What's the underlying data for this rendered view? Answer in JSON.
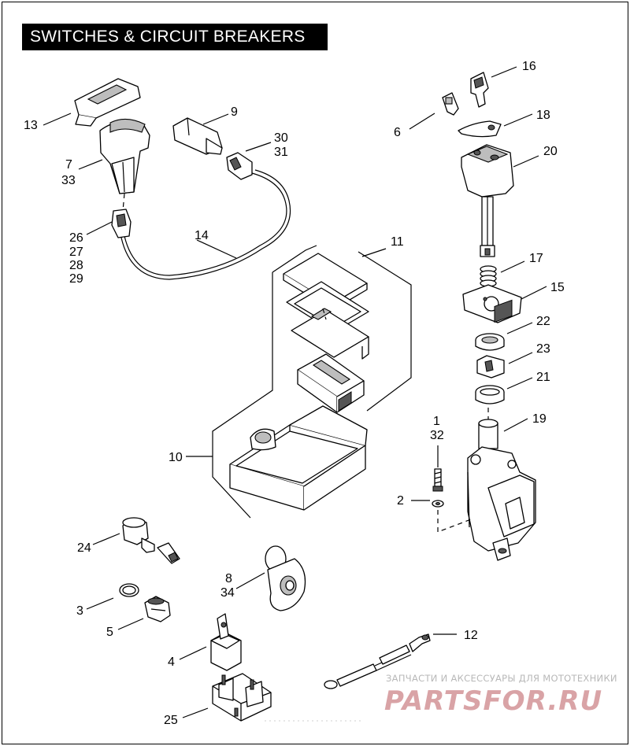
{
  "title": "SWITCHES & CIRCUIT BREAKERS",
  "callouts": {
    "c13": "13",
    "c7": "7",
    "c33": "33",
    "c9": "9",
    "c30": "30",
    "c31": "31",
    "c26": "26",
    "c27": "27",
    "c28": "28",
    "c29": "29",
    "c14": "14",
    "c11": "11",
    "c16": "16",
    "c6": "6",
    "c18": "18",
    "c20": "20",
    "c17": "17",
    "c15": "15",
    "c22": "22",
    "c23": "23",
    "c21": "21",
    "c19": "19",
    "c1": "1",
    "c32": "32",
    "c2": "2",
    "c10": "10",
    "c24": "24",
    "c8": "8",
    "c34": "34",
    "c3": "3",
    "c5": "5",
    "c4": "4",
    "c12": "12",
    "c25": "25"
  },
  "watermark": {
    "caption": "ЗАПЧАСТИ И АКСЕССУАРЫ ДЛЯ МОТОТЕХНИКИ",
    "brand": "PARTSFOR.RU"
  }
}
